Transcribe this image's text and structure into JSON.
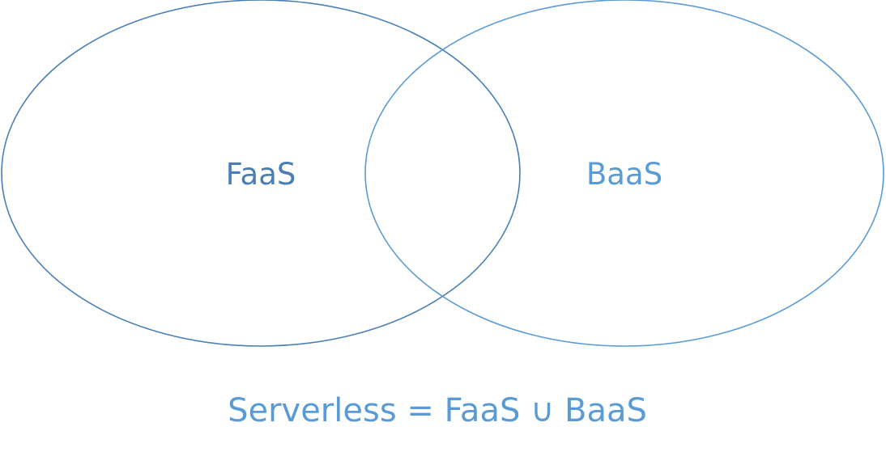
{
  "diagram": {
    "sets": [
      {
        "label": "FaaS",
        "stroke_color": "#4a7fb5",
        "text_color": "#4a7fb5"
      },
      {
        "label": "BaaS",
        "stroke_color": "#5b9bd5",
        "text_color": "#5b9bd5"
      }
    ],
    "formula": "Serverless = FaaS ∪ BaaS",
    "formula_color": "#5b9bd5"
  }
}
